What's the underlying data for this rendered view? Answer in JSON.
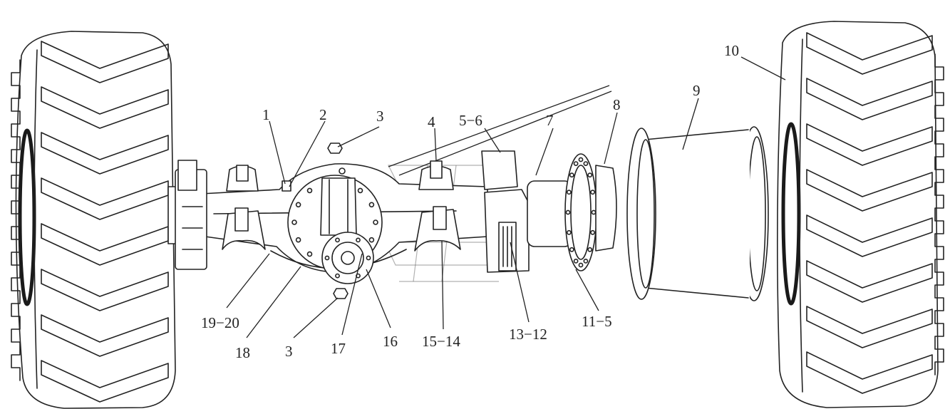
{
  "labels": {
    "p1": "1",
    "p2": "2",
    "p3_top": "3",
    "p4": "4",
    "p5_6": "5−6",
    "p7": "7",
    "p8": "8",
    "p9": "9",
    "p10": "10",
    "p19_20": "19−20",
    "p18": "18",
    "p3_bottom": "3",
    "p17": "17",
    "p16": "16",
    "p15_14": "15−14",
    "p13_12": "13−12",
    "p11_5": "11−5"
  },
  "colors": {
    "line": "#222222",
    "background": "#ffffff"
  }
}
